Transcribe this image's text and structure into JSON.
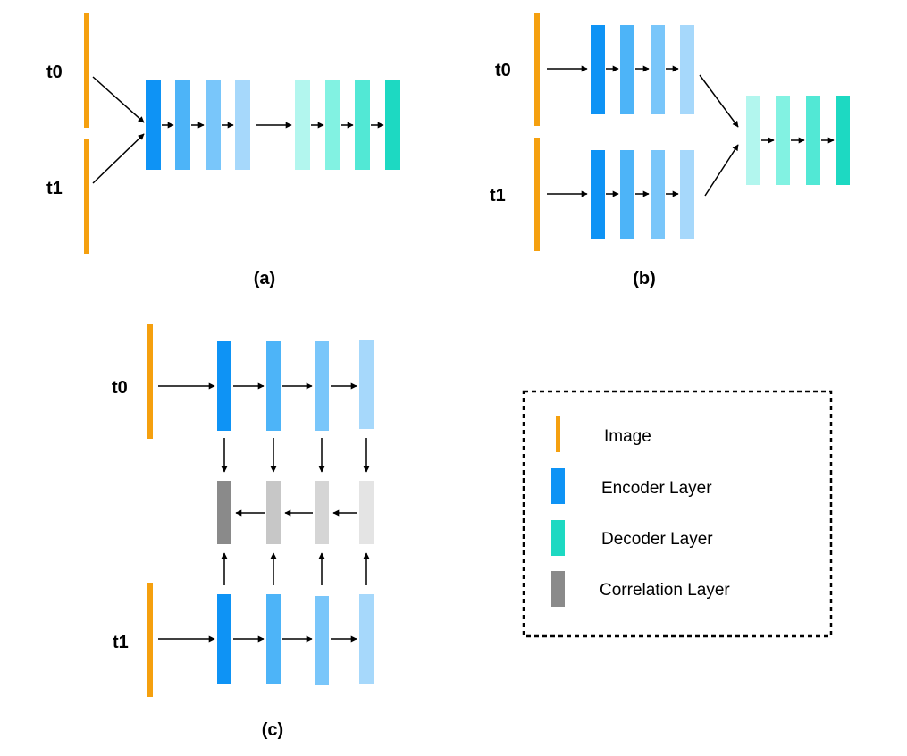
{
  "colors": {
    "image": "#F5A00F",
    "enc1": "#0E93F5",
    "enc2": "#4DB4F8",
    "enc3": "#79C6FA",
    "enc4": "#A6D8FB",
    "dec1": "#B2F6EE",
    "dec2": "#82F2E2",
    "dec3": "#52E8D5",
    "dec4": "#1DD9C2",
    "cor1": "#8A8A8A",
    "cor2": "#C7C7C7",
    "cor3": "#D5D5D5",
    "cor4": "#E4E4E4",
    "arrow": "#000000",
    "legend_border": "#000000"
  },
  "panel_a": {
    "caption": "(a)",
    "t0_label": "t0",
    "t1_label": "t1"
  },
  "panel_b": {
    "caption": "(b)",
    "t0_label": "t0",
    "t1_label": "t1"
  },
  "panel_c": {
    "caption": "(c)",
    "t0_label": "t0",
    "t1_label": "t1"
  },
  "legend": {
    "items": [
      {
        "label": "Image",
        "color": "#F5A00F"
      },
      {
        "label": "Encoder Layer",
        "color": "#0E93F5"
      },
      {
        "label": "Decoder Layer",
        "color": "#1DD9C2"
      },
      {
        "label": "Correlation Layer",
        "color": "#8A8A8A"
      }
    ]
  }
}
